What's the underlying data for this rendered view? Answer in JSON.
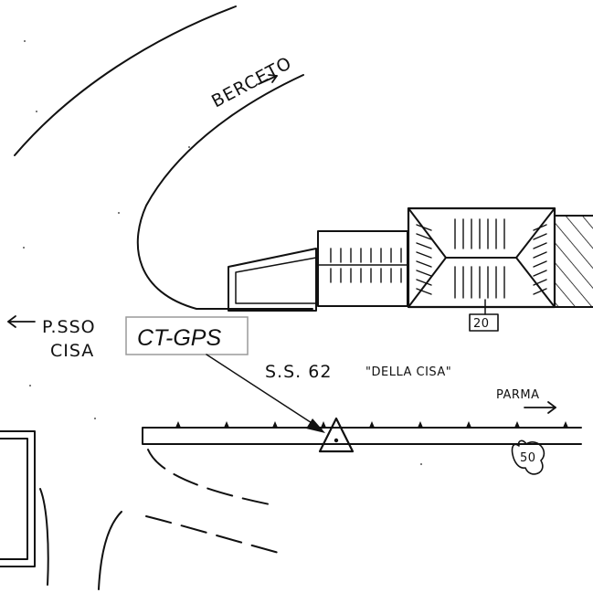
{
  "labels": {
    "berceto": "BERCETO",
    "passo_line1": "P.SSO",
    "passo_line2": "CISA",
    "station": "CT-GPS",
    "road": "S.S. 62",
    "road_name": "\"DELLA CISA\"",
    "parma": "PARMA",
    "building_number": "20",
    "circle_number": "50"
  },
  "colors": {
    "ink": "#111111",
    "paper": "#ffffff"
  },
  "icons": {
    "station_marker": "triangle-with-dot",
    "direction": "arrow"
  }
}
